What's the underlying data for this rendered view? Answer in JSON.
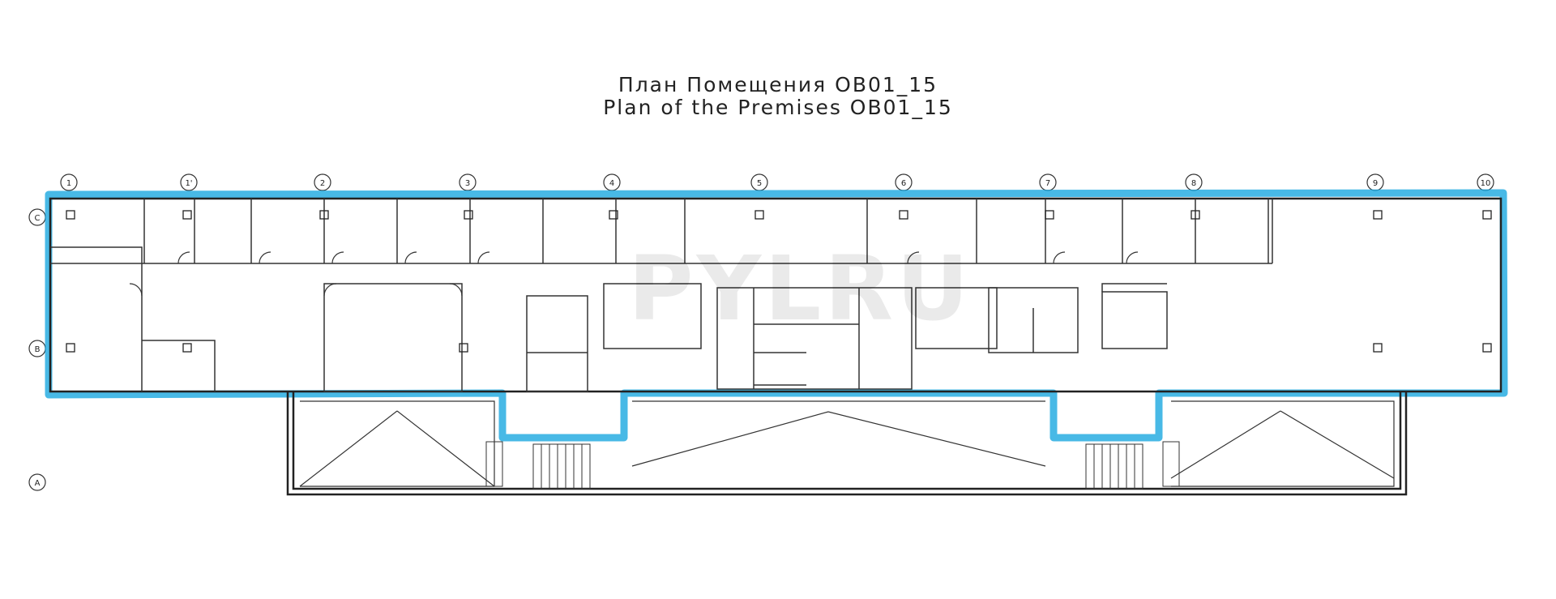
{
  "title": {
    "ru": "План Помещения OB01_15",
    "en": "Plan of the Premises OB01_15"
  },
  "watermark": "PYLRU",
  "grid_top": [
    "1",
    "1'",
    "2",
    "3",
    "4",
    "5",
    "6",
    "7",
    "8",
    "9",
    "10"
  ],
  "grid_left": [
    "C",
    "B",
    "A"
  ],
  "colors": {
    "highlight": "#1aa8e0",
    "line": "#222222"
  }
}
